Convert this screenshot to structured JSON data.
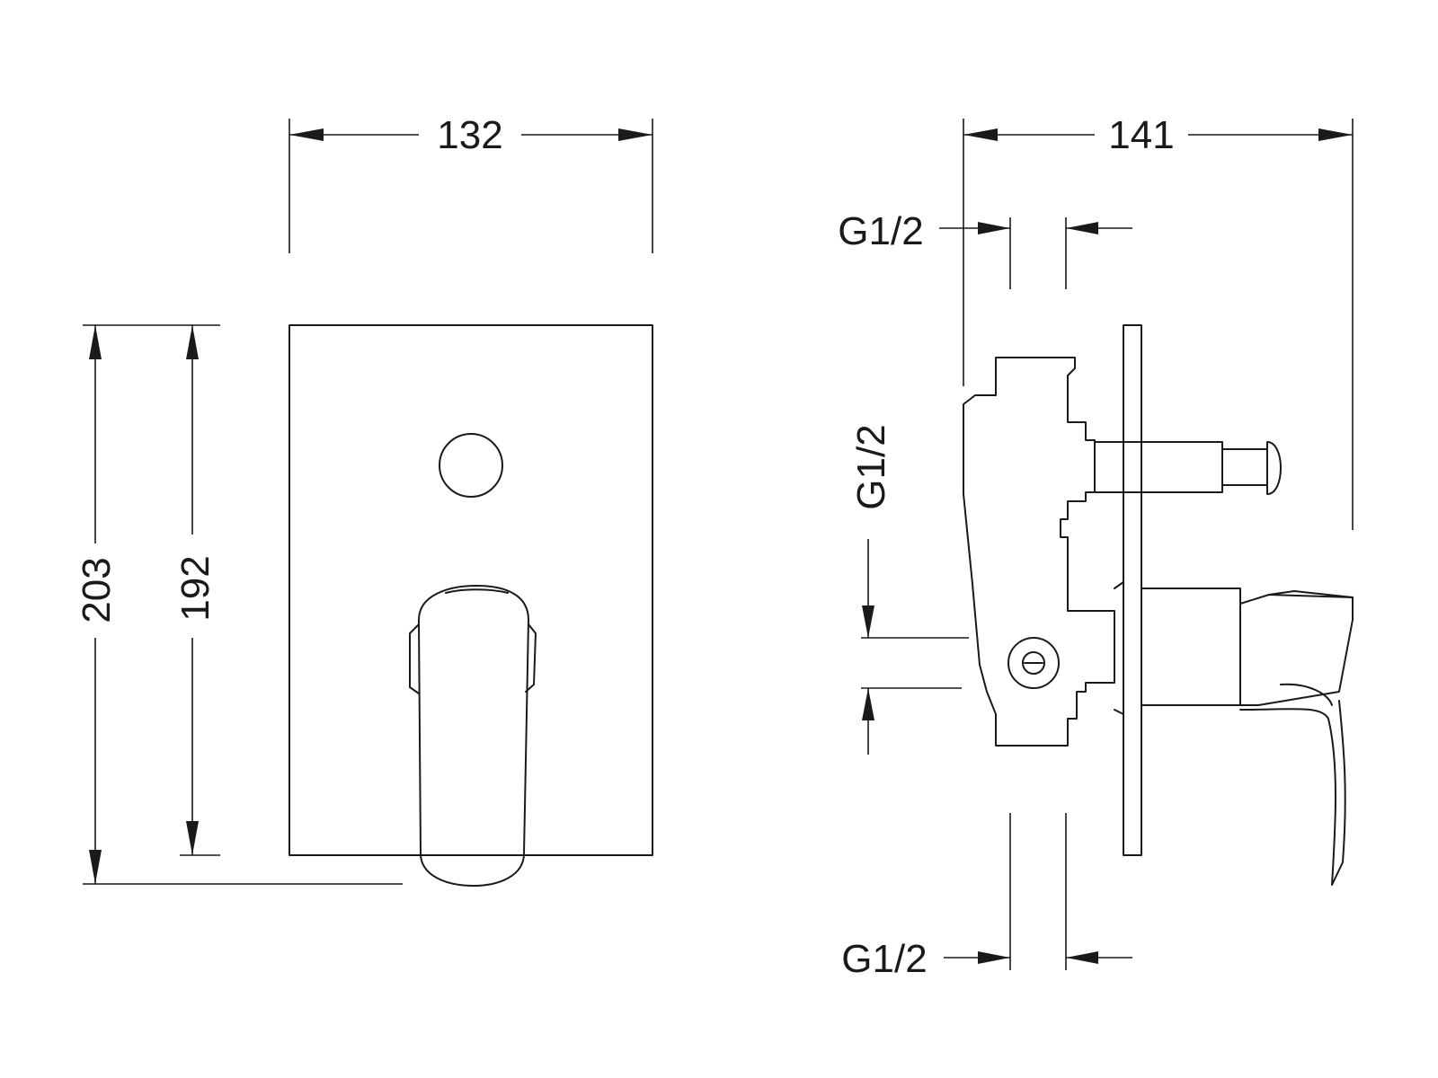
{
  "dimensions": {
    "front_width": "132",
    "front_height_total": "203",
    "front_height_plate": "192",
    "side_depth": "141",
    "thread_top": "G1/2",
    "thread_middle": "G1/2",
    "thread_bottom": "G1/2"
  },
  "colors": {
    "line": "#1a1a1a",
    "background": "#ffffff"
  }
}
